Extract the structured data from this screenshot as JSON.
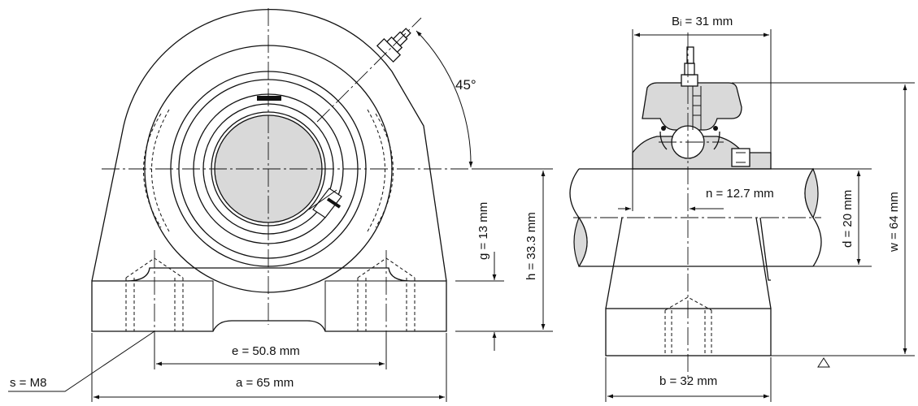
{
  "labels": {
    "bi": "Bᵢ = 31 mm",
    "angle": "45°",
    "n": "n = 12.7 mm",
    "d": "d = 20 mm",
    "w": "w = 64 mm",
    "g": "g = 13 mm",
    "h": "h = 33.3 mm",
    "e": "e = 50.8 mm",
    "a": "a = 65 mm",
    "s": "s = M8",
    "b": "b = 32 mm"
  }
}
